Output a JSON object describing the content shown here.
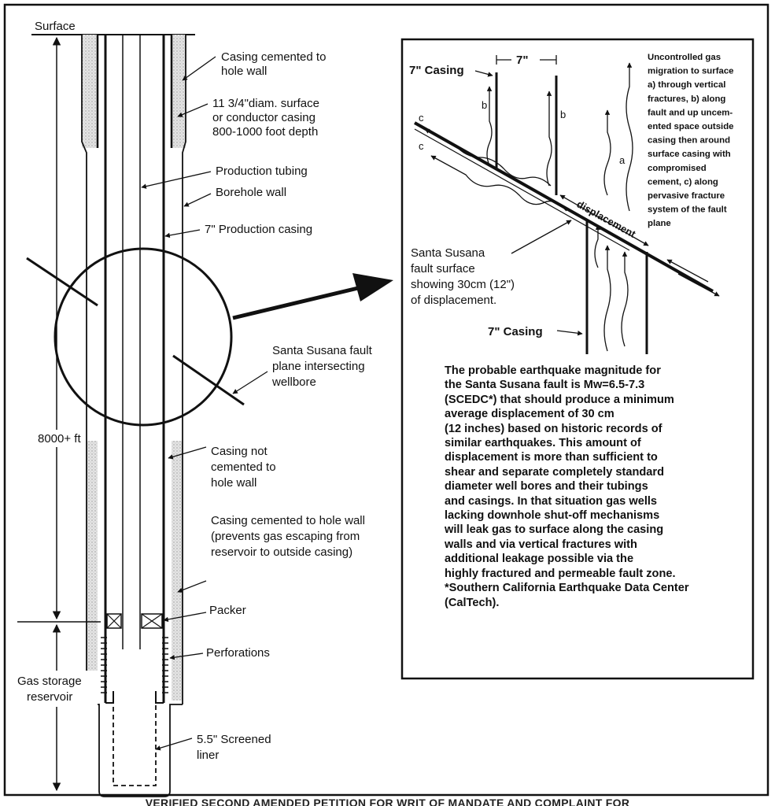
{
  "well": {
    "surface": "Surface",
    "casing_cemented_top": [
      "Casing cemented to",
      "hole wall"
    ],
    "surface_casing": [
      "11 3/4\"diam. surface",
      "or conductor casing",
      "800-1000 foot depth"
    ],
    "production_tubing": "Production tubing",
    "borehole_wall": "Borehole wall",
    "production_casing": "7\" Production casing",
    "fault_plane": [
      "Santa Susana fault",
      "plane intersecting",
      "wellbore"
    ],
    "depth": "8000+ ft",
    "not_cemented": [
      "Casing not",
      "cemented to",
      "hole wall"
    ],
    "cemented_bottom": [
      "Casing cemented to hole wall",
      "(prevents gas escaping from",
      "reservoir to outside casing)"
    ],
    "packer": "Packer",
    "perforations": "Perforations",
    "reservoir": [
      "Gas storage",
      "reservoir"
    ],
    "liner": [
      "5.5\" Screened",
      "liner"
    ]
  },
  "inset": {
    "casing_top": "7\" Casing",
    "casing_width": "7\"",
    "casing_bottom": "7\" Casing",
    "displacement": "displacement",
    "mark_a": "a",
    "mark_b": "b",
    "mark_c": "c",
    "migration_note": [
      "Uncontrolled gas",
      "migration to surface",
      "a) through vertical",
      "fractures, b) along",
      "fault and up uncem-",
      "ented space outside",
      "casing then around",
      "surface casing with",
      "compromised",
      "cement, c) along",
      "pervasive fracture",
      "system of the fault",
      "plane"
    ],
    "fault_surface": [
      "Santa Susana",
      "fault surface",
      "showing 30cm (12\")",
      "of displacement."
    ]
  },
  "paragraph": [
    "The probable earthquake magnitude for",
    "the Santa Susana fault is Mw=6.5-7.3",
    "(SCEDC*) that should produce a minimum",
    "average displacement of 30 cm",
    "(12 inches) based on historic records of",
    "similar earthquakes. This amount of",
    "displacement is more than sufficient to",
    "shear and separate completely standard",
    "diameter well bores and their tubings",
    "and casings. In that situation gas wells",
    "lacking downhole shut-off mechanisms",
    "will leak gas to surface along the casing",
    "walls and via vertical fractures with",
    "additional leakage possible via the",
    "highly fractured and permeable fault zone.",
    "*Southern California Earthquake Data Center",
    "(CalTech)."
  ],
  "footer": "VERIFIED SECOND AMENDED PETITION FOR WRIT OF MANDATE AND COMPLAINT FOR"
}
